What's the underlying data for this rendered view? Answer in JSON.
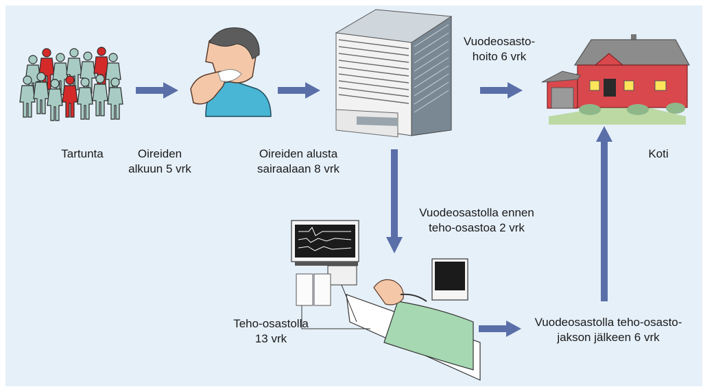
{
  "labels": {
    "infection": "Tartunta",
    "symptoms_onset": "Oireiden\nalkuun 5 vrk",
    "to_hospital": "Oireiden alusta\nsairaalaan 8 vrk",
    "ward_care": "Vuodeosasto-\nhoito 6 vrk",
    "home": "Koti",
    "ward_before_icu": "Vuodeosastolla ennen\nteho-osastoa 2 vrk",
    "icu": "Teho-osastolla\n13 vrk",
    "ward_after_icu": "Vuodeosastolla teho-osasto-\njakson jälkeen 6 vrk"
  },
  "colors": {
    "background": "#e6f0f9",
    "arrow": "#5a6fa8",
    "infected_person": "#d42a2a",
    "healthy_person": "#a8ccc4",
    "house": "#d9484c",
    "roof": "#8c8c8c"
  },
  "icons": [
    "crowd-icon",
    "coughing-person-icon",
    "hospital-building-icon",
    "house-icon",
    "icu-patient-icon"
  ]
}
